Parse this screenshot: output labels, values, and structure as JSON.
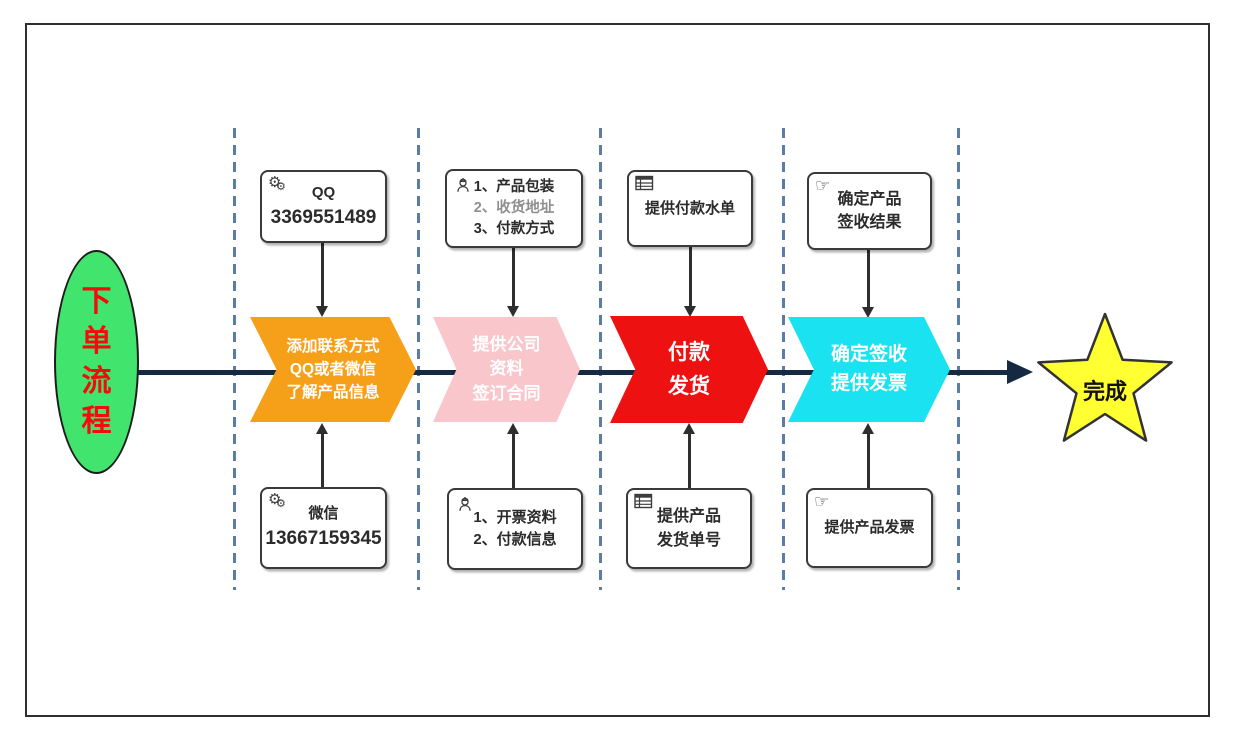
{
  "diagram": {
    "start": {
      "label": "下单流程",
      "shape": "ellipse",
      "fill": "#41E46C",
      "text_color": "#F40B0B"
    },
    "finish": {
      "label": "完成",
      "shape": "star",
      "fill": "#FFFF32"
    },
    "stages": [
      {
        "line1": "添加联系方式",
        "line2": "QQ或者微信",
        "line3": "了解产品信息",
        "fill": "#F6A01A"
      },
      {
        "line1": "提供公司",
        "line2": "资料",
        "line3": "签订合同",
        "fill": "#F8C6CB"
      },
      {
        "line1": "付款",
        "line2": "发货",
        "fill": "#EE1111"
      },
      {
        "line1": "确定签收",
        "line2": "提供发票",
        "fill": "#1BE2F1"
      }
    ],
    "top_notes": [
      {
        "icon": "gears-icon",
        "line1": "QQ",
        "line2": "3369551489"
      },
      {
        "icon": "worker-icon",
        "line1": "1、产品包装",
        "line2": "2、收货地址",
        "line3": "3、付款方式"
      },
      {
        "icon": "table-icon",
        "line1": "提供付款水单"
      },
      {
        "icon": "pointing-hand-icon",
        "line1": "确定产品",
        "line2": "签收结果"
      }
    ],
    "bottom_notes": [
      {
        "icon": "gears-icon",
        "line1": "微信",
        "line2": "13667159345"
      },
      {
        "icon": "worker-icon",
        "line1": "1、开票资料",
        "line2": "2、付款信息"
      },
      {
        "icon": "table-icon",
        "line1": "提供产品",
        "line2": "发货单号"
      },
      {
        "icon": "pointing-hand-icon",
        "line1": "提供产品发票"
      }
    ],
    "icons": {
      "gears": "⚙",
      "pointing_hand": "☞"
    },
    "colors": {
      "main_line": "#152A42",
      "separator_dash": "#5C7CA8",
      "note_border": "#3A3A3A",
      "muted_text": "#8F8F8F",
      "stage_text": "#FFFFFF",
      "star_outline": "#333333",
      "frame_border": "#2F2F2F"
    }
  }
}
